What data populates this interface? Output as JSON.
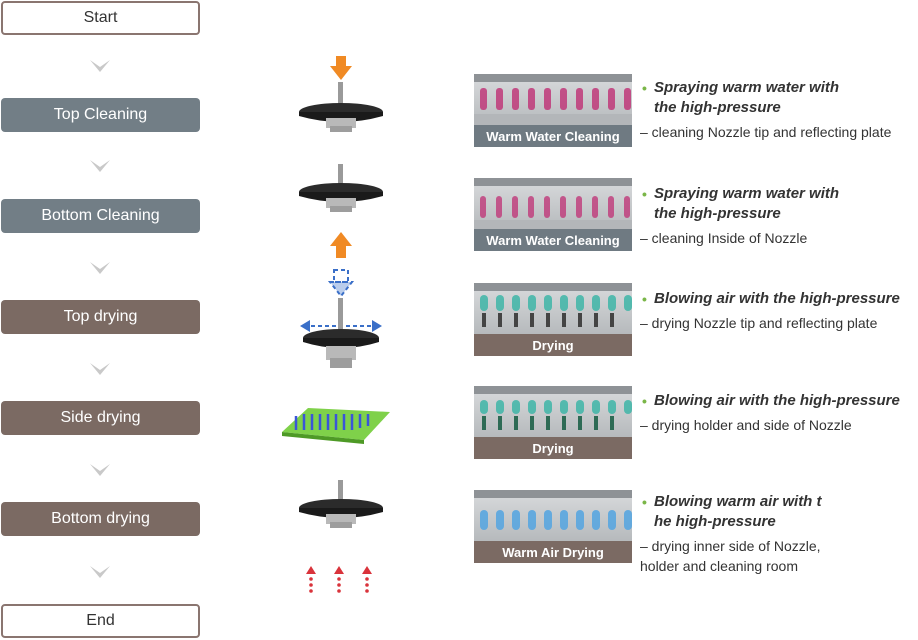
{
  "flow": {
    "start": "Start",
    "steps": [
      {
        "label": "Top Cleaning"
      },
      {
        "label": "Bottom Cleaning"
      },
      {
        "label": "Top drying"
      },
      {
        "label": "Side drying"
      },
      {
        "label": "Bottom drying"
      }
    ],
    "end": "End"
  },
  "details": [
    {
      "photo_label": "Warm Water Cleaning",
      "heading": "Spraying warm water with\nthe high-pressure",
      "sub": "– cleaning Nozzle tip and reflecting plate"
    },
    {
      "photo_label": "Warm Water Cleaning",
      "heading": "Spraying warm water with\nthe high-pressure",
      "sub": "– cleaning Inside of Nozzle"
    },
    {
      "photo_label": "Drying",
      "heading": "Blowing air with the high-pressure",
      "sub": "– drying Nozzle tip and reflecting plate"
    },
    {
      "photo_label": "Drying",
      "heading": "Blowing air with the high-pressure",
      "sub": "– drying holder  and side of Nozzle"
    },
    {
      "photo_label": "Warm Air Drying",
      "heading": "Blowing warm air with t\nhe high-pressure",
      "sub": "– drying inner side of Nozzle,\n  holder and cleaning room"
    }
  ],
  "colors": {
    "grey_box": "#727e86",
    "brown_box": "#7b6a63",
    "arrow_orange": "#f08a24",
    "arrow_blue": "#3a6fc8",
    "arrow_red": "#d9333b",
    "bullet_green": "#7ab648",
    "water_pink": "#c0397a",
    "air_teal": "#3fb6a8",
    "warm_blue": "#5aa7e0"
  }
}
